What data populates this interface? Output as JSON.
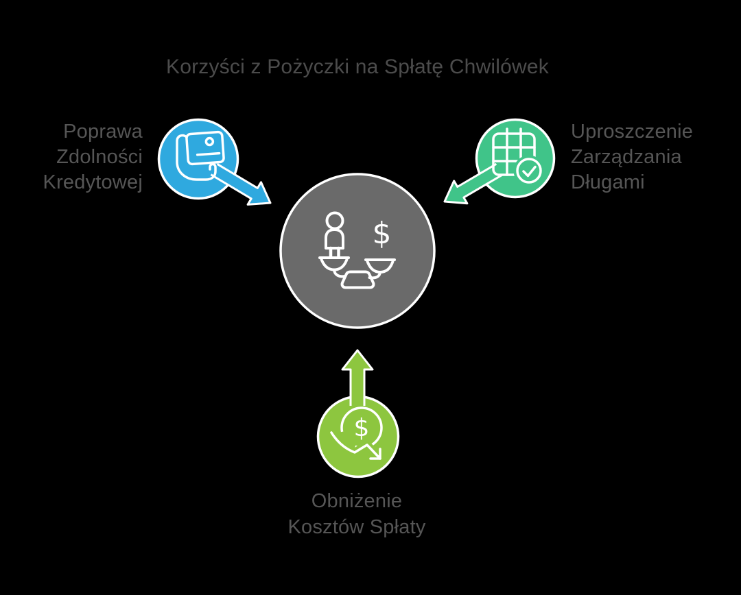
{
  "title": "Korzyści z Pożyczki na Spłatę Chwilówek",
  "colors": {
    "background": "#000000",
    "center_gray": "#6a6a6a",
    "credit_blue": "#2fa9df",
    "management_green": "#40c489",
    "cost_lime": "#8dc63f",
    "icon_stroke": "#ffffff",
    "title_text": "#4c4c4c",
    "label_text": "#565656"
  },
  "center": {
    "icon": "balance-scale-person-dollar-icon",
    "dollar_glyph": "$"
  },
  "nodes": {
    "top_left": {
      "label": "Poprawa Zdolności Kredytowej",
      "lines": [
        "Poprawa",
        "Zdolności",
        "Kredytowej"
      ],
      "icon": "hand-holding-id-card-icon",
      "color": "#2fa9df"
    },
    "top_right": {
      "label": "Uproszczenie Zarządzania Długami",
      "lines": [
        "Uproszczenie",
        "Zarządzania",
        "Długami"
      ],
      "icon": "debt-schedule-check-icon",
      "color": "#40c489"
    },
    "bottom": {
      "label": "Obniżenie Kosztów Spłaty",
      "lines": [
        "Obniżenie",
        "Kosztów Spłaty"
      ],
      "icon": "dollar-cost-decrease-icon",
      "color": "#8dc63f",
      "dollar_glyph": "$"
    }
  }
}
